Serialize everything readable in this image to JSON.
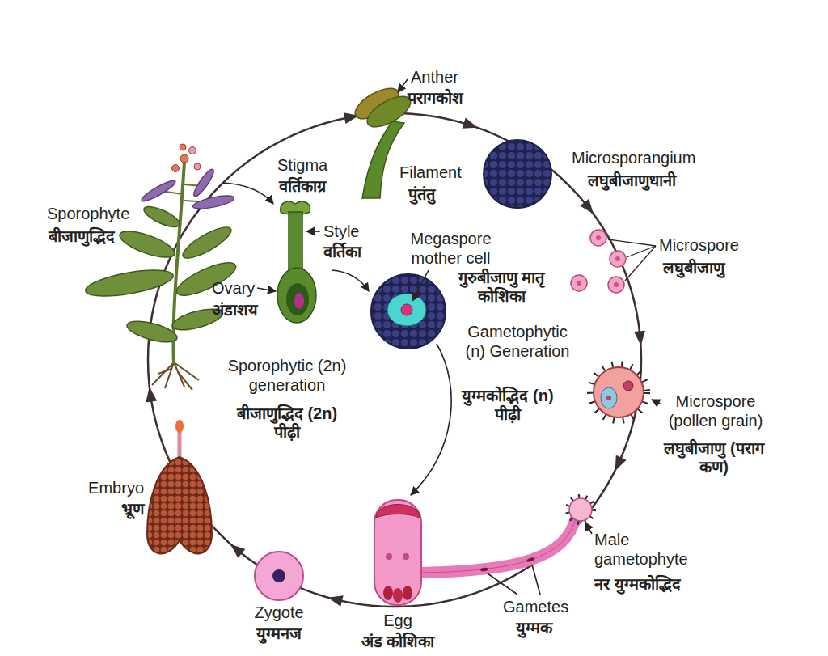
{
  "diagram": {
    "nodes": [
      {
        "text": [
          "Sporophytic (2n) generation",
          "बीजाणुद्भिद (2n) पीढ़ी"
        ]
      },
      {
        "text": [
          "Gametophytic (n) Generation",
          "युग्मकोद्भिद (n) पीढ़ी"
        ],
        "in": 0
      }
    ],
    "labels": [
      "Anther",
      "परागकोश",
      "Filament",
      "पुंतंतु",
      "Microsporangium",
      "लघुबीजाणुधानी",
      "Stigma",
      "वर्तिकाग्र",
      "Sporophyte",
      "बीजाणुद्भिद",
      "Style",
      "वर्तिका",
      "Megaspore mother cell",
      "गुरुबीजाणु मातृ कोशिका",
      "Microspore",
      "लघुबीजाणु",
      "Ovary",
      "अंडाशय",
      "Microspore (pollen grain)",
      "लघुबीजाणु (पराग कण)",
      "Embryo",
      "भ्रूण",
      "Male gametophyte",
      "नर युग्मकोद्भिद",
      "Gametes",
      "युग्मक",
      "Zygote",
      "युग्मनज",
      "Egg",
      "अंड कोशिका"
    ]
  }
}
